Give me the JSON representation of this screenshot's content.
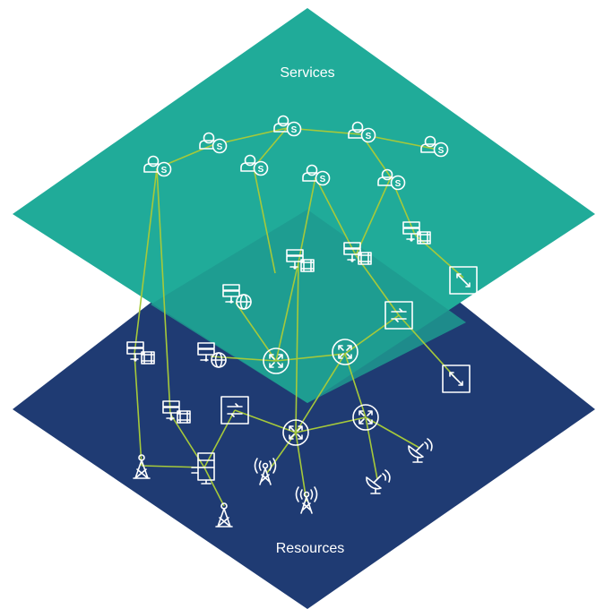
{
  "layers": [
    {
      "name": "Services",
      "color": "#20ab99"
    },
    {
      "name": "Resources",
      "color": "#1f3b73"
    }
  ],
  "colors": {
    "overlap": "#1e9a8f",
    "links": "#a6c93a",
    "icon_stroke": "#ffffff"
  },
  "labels": {
    "services": "Services",
    "resources": "Resources"
  },
  "icons": {
    "user_service": "user-service-icon",
    "server_video": "server-video-icon",
    "server_globe": "server-globe-icon",
    "router": "router-icon",
    "switch": "switch-icon",
    "diagonal_box": "diagonal-box-icon",
    "tower": "cell-tower-icon",
    "antenna": "antenna-icon",
    "satellite_dish": "satellite-dish-icon",
    "datacenter_server": "datacenter-server-icon"
  }
}
